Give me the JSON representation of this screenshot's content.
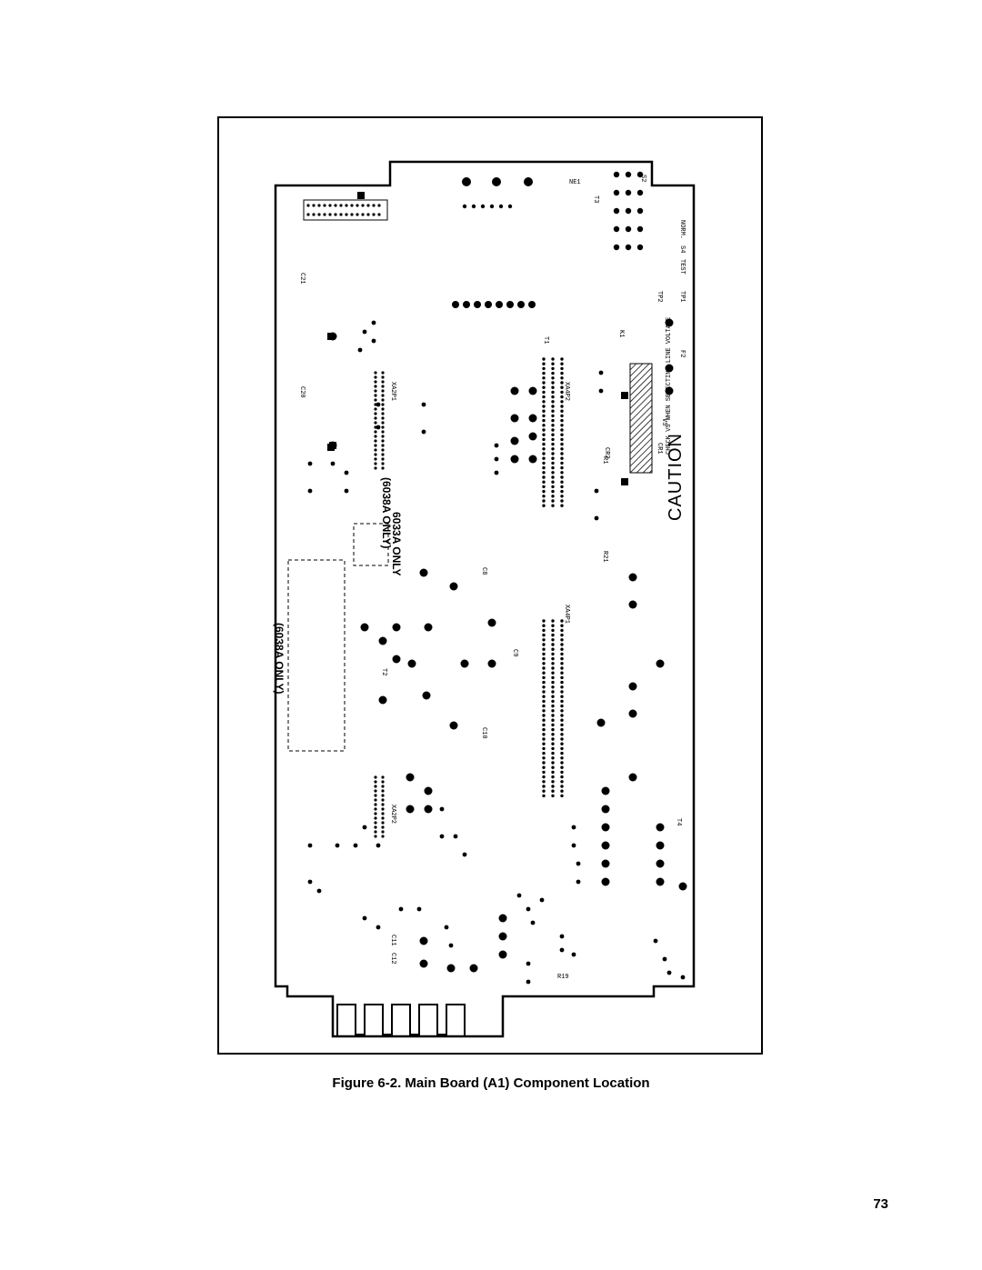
{
  "figure": {
    "caption": "Figure 6-2.  Main Board (A1) Component Location",
    "board_labels": {
      "caution": "CAUTION",
      "check_selecting": "CHECK VS WHEN SELECTING LINE VOLTAGE",
      "only_6033a": "6033A ONLY",
      "only_6038a_a": "(6038A ONLY)",
      "only_6038a_b": "(6038A ONLY)",
      "ref_xa4p1": "XA4P1",
      "ref_xa4p2": "XA4P2",
      "ref_xa2p1": "XA2P1",
      "ref_xa2p2": "XA2P2",
      "ref_t1": "T1",
      "ref_t2": "T2",
      "ref_t3": "T3",
      "ref_t4": "T4",
      "ref_s2": "S2",
      "ref_s4": "S4",
      "ref_r1": "R1",
      "ref_r19": "R19",
      "ref_r21": "R21",
      "ref_c8": "C8",
      "ref_c9": "C9",
      "ref_c10": "C10",
      "ref_c11": "C11",
      "ref_c12": "C12",
      "ref_c20": "C20",
      "ref_c21": "C21",
      "ref_f2": "F2",
      "ref_tp1": "TP1",
      "ref_tp2": "TP2",
      "ref_cr1": "CR1",
      "ref_cr2": "CR2",
      "ref_k1": "K1",
      "ref_ne1": "NE1",
      "ref_vs": "VS",
      "ref_test": "TEST",
      "ref_norm": "NORM."
    }
  },
  "page": {
    "number": "73"
  }
}
